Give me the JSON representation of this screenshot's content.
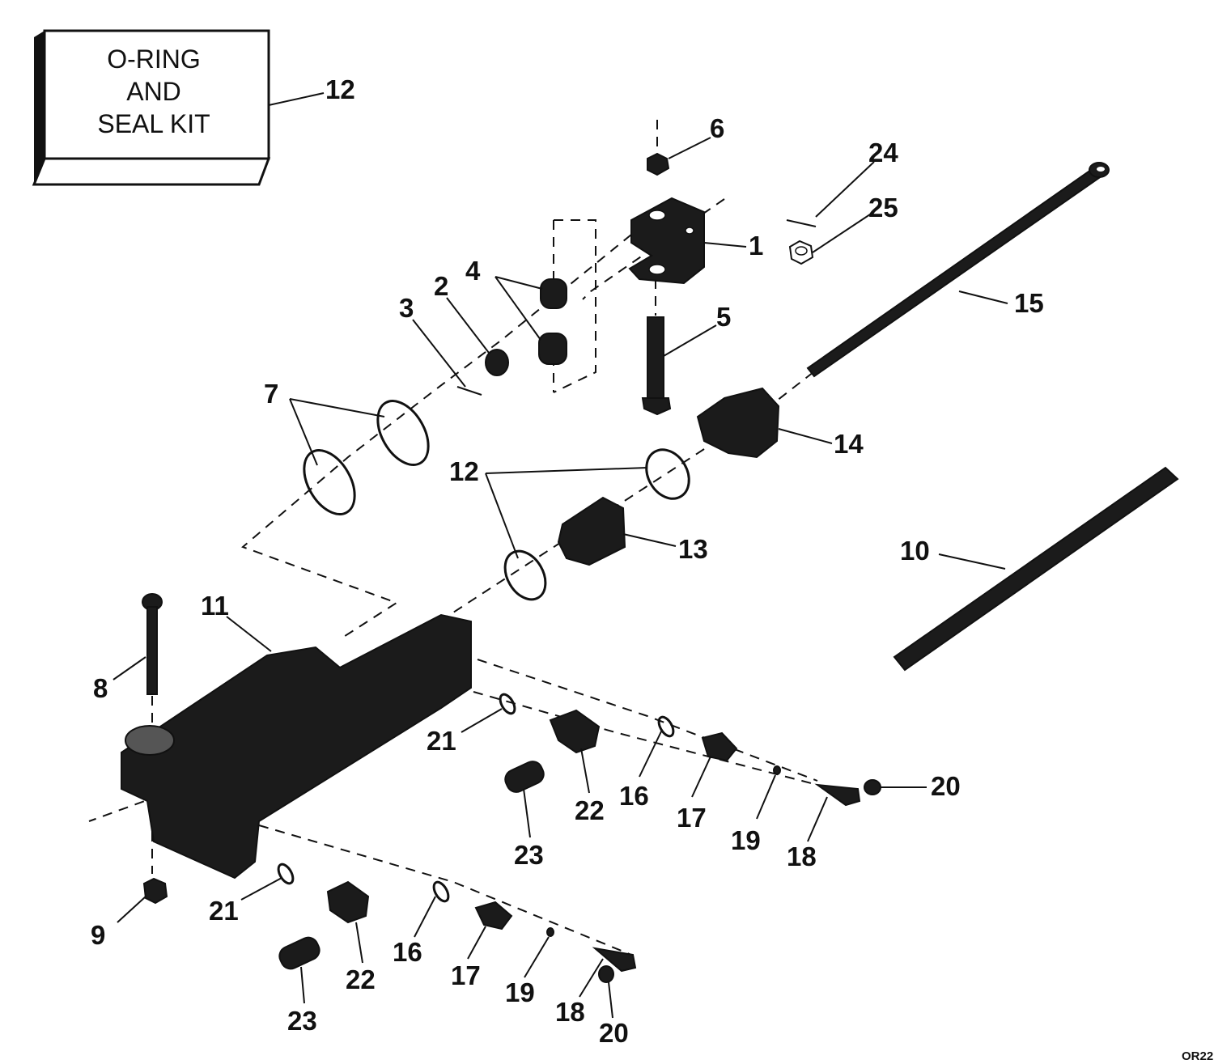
{
  "kit": {
    "line1": "O-RING",
    "line2": "AND",
    "line3": "SEAL KIT"
  },
  "callouts": [
    "12",
    "6",
    "24",
    "25",
    "1",
    "4",
    "2",
    "3",
    "5",
    "15",
    "7",
    "14",
    "12",
    "13",
    "10",
    "11",
    "8",
    "21",
    "16",
    "17",
    "19",
    "22",
    "23",
    "20",
    "18",
    "9",
    "21",
    "16",
    "17",
    "19",
    "22",
    "23",
    "18",
    "20"
  ],
  "code": "OR22",
  "colors": {
    "ink": "#111111",
    "paper": "#ffffff",
    "part_fill": "#1b1b1b"
  }
}
